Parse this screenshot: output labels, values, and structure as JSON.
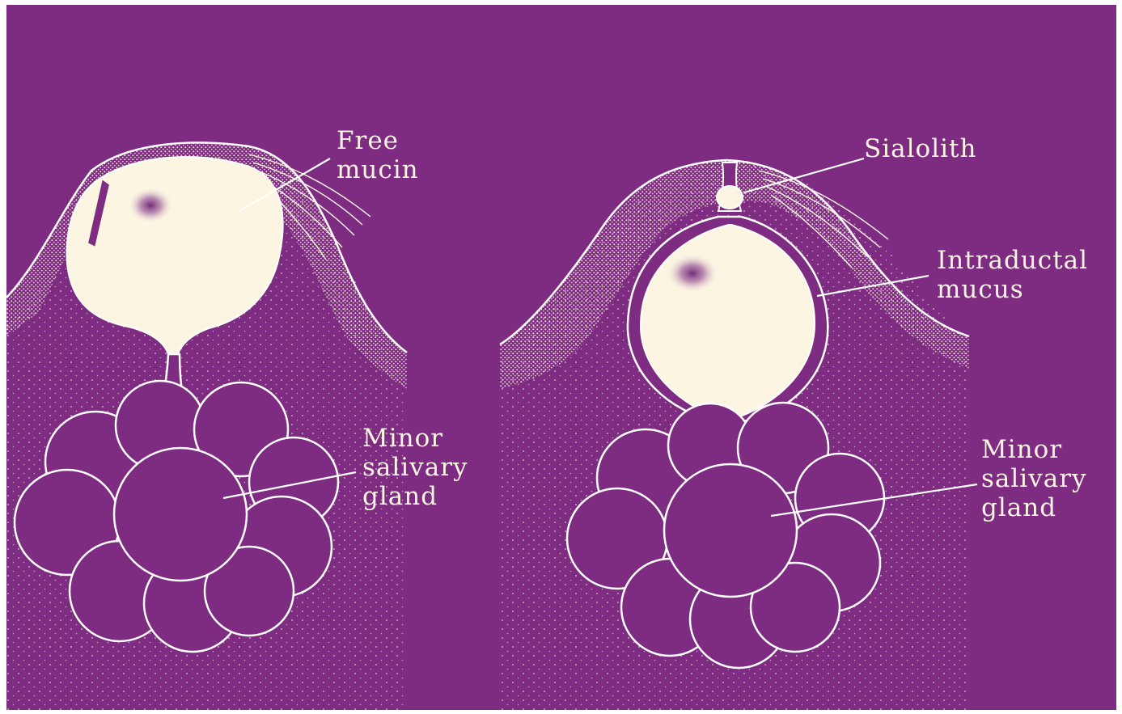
{
  "colors": {
    "background": "#7e2b82",
    "background_dark": "#6d2272",
    "ink": "#fbf5e2",
    "outline": "#ffffff"
  },
  "left_panel": {
    "labels": {
      "free_mucin": [
        "Free",
        "mucin"
      ],
      "minor_salivary_gland": [
        "Minor",
        "salivary",
        "gland"
      ]
    }
  },
  "right_panel": {
    "labels": {
      "sialolith": [
        "Sialolith"
      ],
      "intraductal_mucus": [
        "Intraductal",
        "mucus"
      ],
      "minor_salivary_gland": [
        "Minor",
        "salivary",
        "gland"
      ]
    }
  }
}
